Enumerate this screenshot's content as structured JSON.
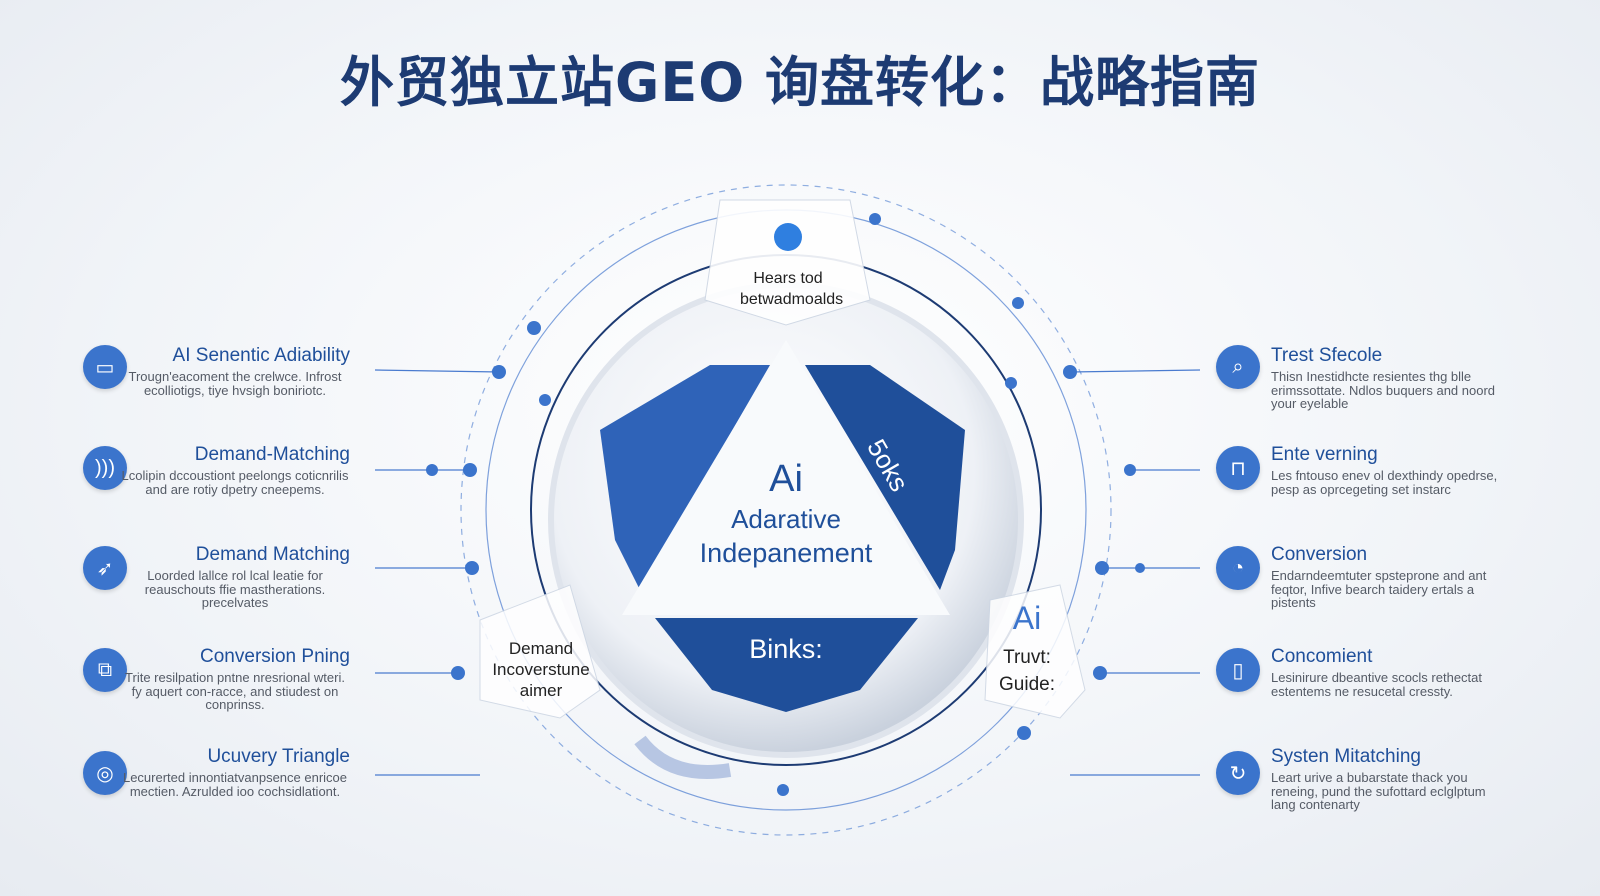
{
  "title": "外贸独立站GEO 询盘转化：战略指南",
  "colors": {
    "primary": "#1f4f9a",
    "accent": "#3b74cc",
    "title": "#1d3b73"
  },
  "center": {
    "top_label": "Hears tod betwadmoalds",
    "core_ai": "Ai",
    "core_line1": "Adarative",
    "core_line2": "Indepanement",
    "right_wing": "5oks",
    "bottom_band": "Binks:",
    "bottom_left_label": "Demand Incoverstune aimer",
    "bottom_right_ai": "Ai",
    "bottom_right_label": "Truvt: Guide:"
  },
  "left_items": [
    {
      "icon": "chat-icon",
      "title": "AI Senentic Adiability",
      "desc": "Trougn'eacoment the crelwce. Infrost ecolliotigs, tiye hvsigh boniriotc."
    },
    {
      "icon": "signal-icon",
      "title": "Demand-Matching",
      "desc": "Lcolipin dccoustiont peelongs coticnrilis and are rotiy dpetry cneepems."
    },
    {
      "icon": "rocket-icon",
      "title": "Demand Matching",
      "desc": "Loorded lallce rol lcal leatie for reauschouts ffie mastherations. precelvates"
    },
    {
      "icon": "share-icon",
      "title": "Conversion Pning",
      "desc": "Trite resilpation pntne nresrional wteri. fy aquert con-racce, and stiudest on conprinss."
    },
    {
      "icon": "target-icon",
      "title": "Ucuvery Triangle",
      "desc": "Lecurerted innontiatvanpsence enricoe mectien. Azrulded ioo cochsidlationt."
    }
  ],
  "right_items": [
    {
      "icon": "speech-icon",
      "title": "Trest Sfecole",
      "desc": "Thisn Inestidhcte resientes thg blle erimssottate. Ndlos buquers and noord your eyelable"
    },
    {
      "icon": "box-icon",
      "title": "Ente verning",
      "desc": "Les fntouso enev ol dexthindy opedrse, pesp as oprcegeting set instarc"
    },
    {
      "icon": "gauge-icon",
      "title": "Conversion",
      "desc": "Endarndeemtuter spsteprone and ant feqtor, Infive bearch taidery ertals a pistents"
    },
    {
      "icon": "phone-icon",
      "title": "Concomient",
      "desc": "Lesinirure dbeantive scocls rethectat estentems ne resucetal cressty."
    },
    {
      "icon": "route-icon",
      "title": "Systen Mitatching",
      "desc": "Leart urive a bubarstate thack you reneing, pund the sufottard eclglptum lang contenarty"
    }
  ]
}
